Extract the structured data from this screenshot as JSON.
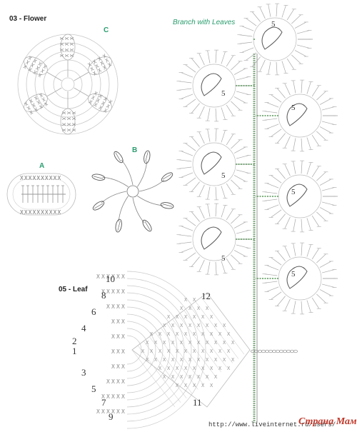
{
  "diagram": {
    "flower_title": "03 - Flower",
    "branch_title": "Branch with Leaves",
    "leaf_title": "05 - Leaf",
    "label_c": "C",
    "label_b": "B",
    "label_a": "A",
    "leaf_rows_left": [
      "10",
      "8",
      "6",
      "4",
      "2",
      "1",
      "3",
      "5",
      "7",
      "9"
    ],
    "leaf_rows_right": [
      "12",
      "11"
    ],
    "leaf_number_symbol": "5",
    "website": "http://www.liveinternet.ru/users/",
    "logo_text": "Страна Мам"
  },
  "colors": {
    "accent_green": "#2a9d6f",
    "stitch_gray": "#9a9a9a",
    "stitch_dark": "#555555",
    "logo_red": "#c0392b"
  }
}
